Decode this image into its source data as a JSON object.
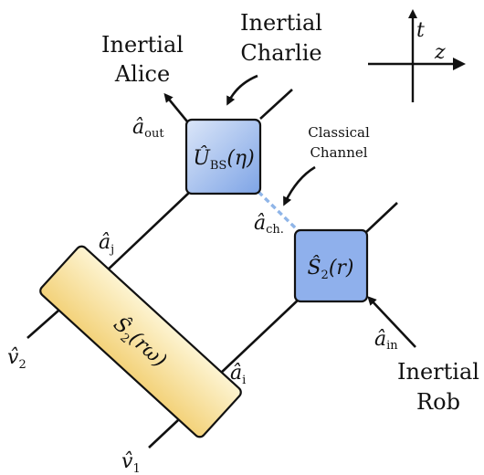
{
  "axes": {
    "t_label": "t",
    "z_label": "z"
  },
  "alice": {
    "line1": "Inertial",
    "line2": "Alice"
  },
  "charlie": {
    "line1": "Inertial",
    "line2": "Charlie"
  },
  "rob": {
    "line1": "Inertial",
    "line2": "Rob"
  },
  "classical": {
    "line1": "Classical",
    "line2": "Channel"
  },
  "gates": {
    "beam_splitter": {
      "op": "Û",
      "sub": "BS",
      "arg": "(η)"
    },
    "rob_squeezer": {
      "op": "Ŝ",
      "sub": "2",
      "arg": "(r)"
    },
    "source_squeezer": {
      "op": "Ŝ",
      "sub": "2",
      "arg": "(rω)"
    }
  },
  "modes": {
    "a_out": {
      "sym": "â",
      "sub": "out"
    },
    "a_ch": {
      "sym": "â",
      "sub": "ch."
    },
    "a_j": {
      "sym": "â",
      "sub": "j"
    },
    "a_i": {
      "sym": "â",
      "sub": "i"
    },
    "a_in": {
      "sym": "â",
      "sub": "in"
    },
    "v1": {
      "sym": "v̂",
      "sub": "1"
    },
    "v2": {
      "sym": "v̂",
      "sub": "2"
    }
  },
  "colors": {
    "bs_box_top": "#dbe6f8",
    "bs_box_bottom": "#7ea4e6",
    "rob_box": "#8fb0ec",
    "source_box_top": "#fdf4d2",
    "source_box_bottom": "#f3d27a",
    "classical_dash": "#8fb5e8"
  }
}
